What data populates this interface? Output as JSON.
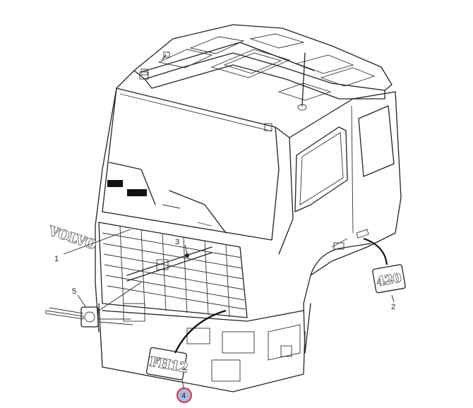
{
  "parts": [
    {
      "id": "1",
      "label": "1",
      "emblem_text": "VOLVO"
    },
    {
      "id": "2",
      "label": "2",
      "emblem_text": "420"
    },
    {
      "id": "3",
      "label": "3"
    },
    {
      "id": "4",
      "label": "4",
      "emblem_text": "FH12",
      "highlighted": true
    },
    {
      "id": "5",
      "label": "5"
    }
  ],
  "colors": {
    "line": "#222222",
    "highlight": "#e03030",
    "highlight_fill": "#aab6e8"
  }
}
